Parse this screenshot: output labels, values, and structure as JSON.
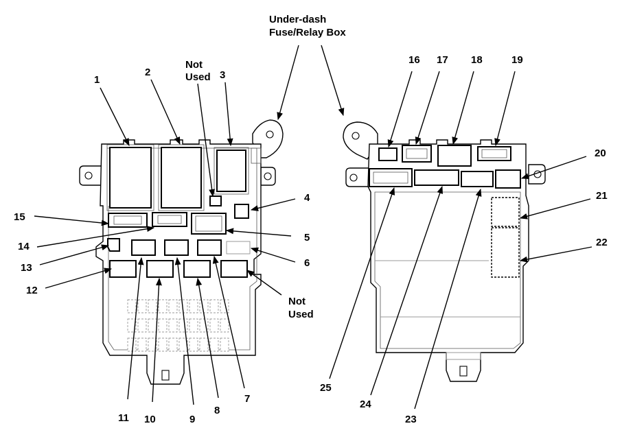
{
  "title_line1": "Under-dash",
  "title_line2": "Fuse/Relay Box",
  "not_used_line1": "Not",
  "not_used_line2": "Used",
  "left_labels": {
    "n1": "1",
    "n2": "2",
    "n3": "3",
    "n4": "4",
    "n5": "5",
    "n6": "6",
    "n7": "7",
    "n8": "8",
    "n9": "9",
    "n10": "10",
    "n11": "11",
    "n12": "12",
    "n13": "13",
    "n14": "14",
    "n15": "15"
  },
  "right_labels": {
    "n16": "16",
    "n17": "17",
    "n18": "18",
    "n19": "19",
    "n20": "20",
    "n21": "21",
    "n22": "22",
    "n23": "23",
    "n24": "24",
    "n25": "25"
  }
}
